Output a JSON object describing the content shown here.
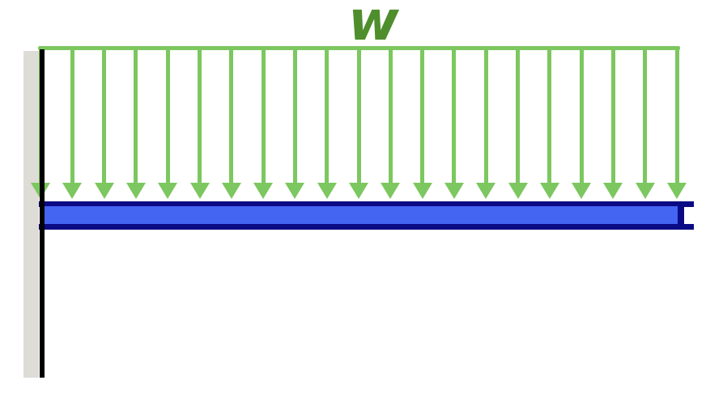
{
  "diagram": {
    "title": "cantilever beam with uniformly distributed load",
    "load_label": "w",
    "load": {
      "arrow_count": 21,
      "direction": "down"
    },
    "support": "fixed-wall-left",
    "colors": {
      "green": "#7cc75f",
      "green_dark": "#4e8e2c",
      "beam_blue": "#4464f2",
      "navy": "#0a0a85",
      "wall_gray": "#dedcd6",
      "wall_line": "#000000",
      "background": "#ffffff"
    }
  }
}
